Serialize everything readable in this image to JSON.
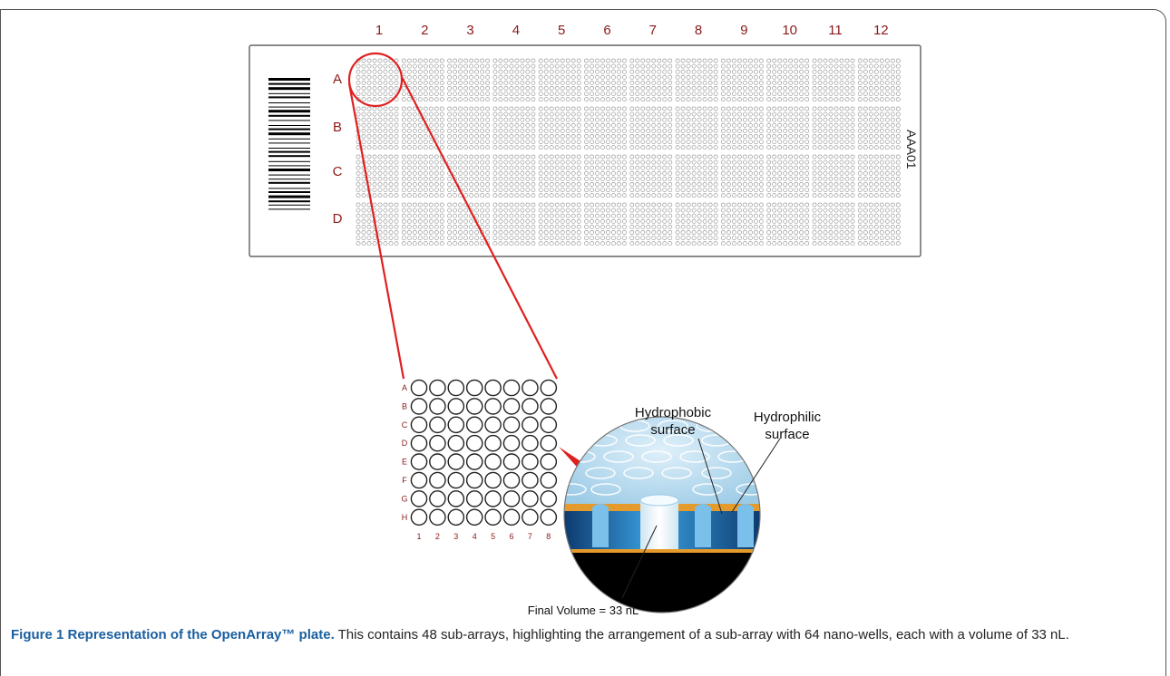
{
  "plate": {
    "columns": [
      "1",
      "2",
      "3",
      "4",
      "5",
      "6",
      "7",
      "8",
      "9",
      "10",
      "11",
      "12"
    ],
    "rows": [
      "A",
      "B",
      "C",
      "D"
    ],
    "serial": "AAA01",
    "wells_per_subarray_side": 8,
    "highlight": "A1"
  },
  "subarray": {
    "rows": [
      "A",
      "B",
      "C",
      "D",
      "E",
      "F",
      "G",
      "H"
    ],
    "columns": [
      "1",
      "2",
      "3",
      "4",
      "5",
      "6",
      "7",
      "8"
    ]
  },
  "well_detail": {
    "hydrophobic_label_1": "Hydrophobic",
    "hydrophobic_label_2": "surface",
    "hydrophilic_label_1": "Hydrophilic",
    "hydrophilic_label_2": "surface",
    "volume_label": "Final Volume = 33 nL"
  },
  "caption": {
    "title": "Figure 1 Representation of the OpenArray™ plate.",
    "text": " This contains 48 sub-arrays, highlighting the arrangement of a sub-array with 64 nano-wells, each with a volume of 33 nL."
  },
  "colors": {
    "accent_red": "#e02020",
    "label_red": "#8b1a1a",
    "caption_blue": "#1a5fa0"
  }
}
